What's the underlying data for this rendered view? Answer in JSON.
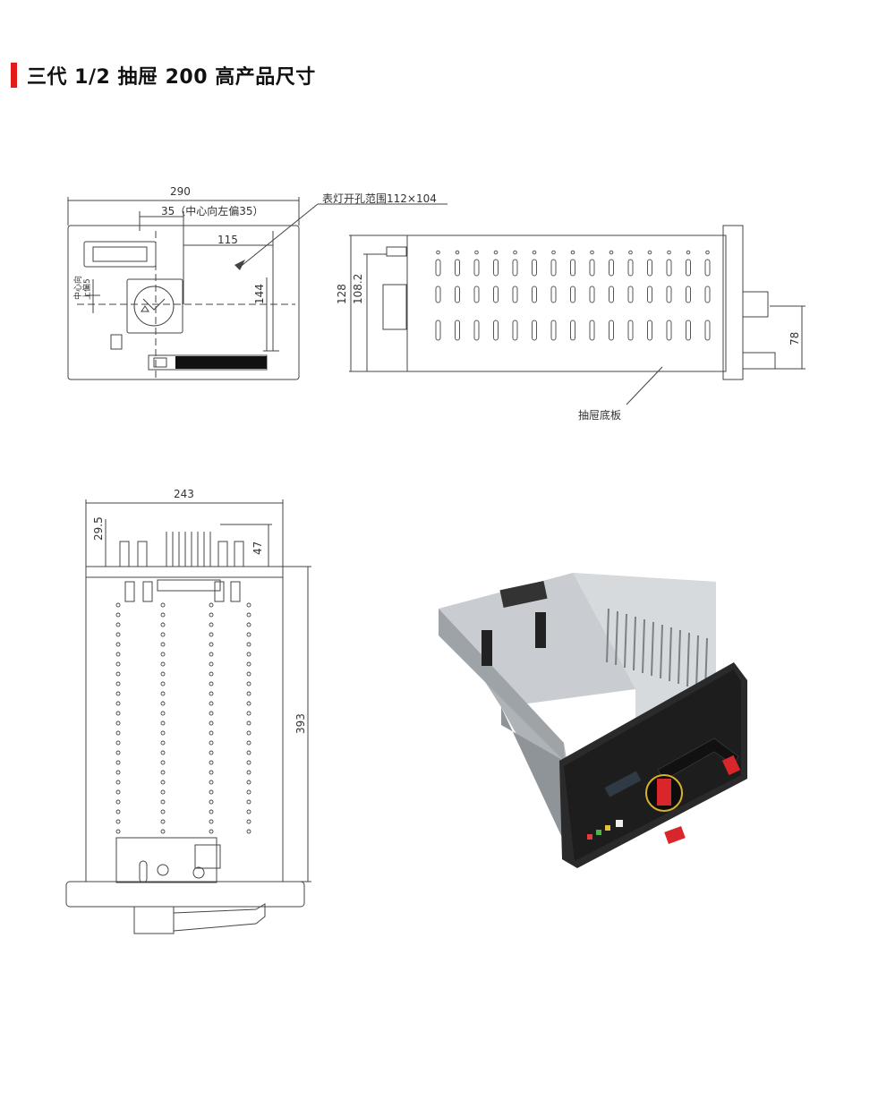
{
  "page": {
    "title": "三代 1/2 抽屉 200 高产品尺寸",
    "accent": "#e11a1a"
  },
  "front_view": {
    "width": "290",
    "offset": "35（中心向左偏35）",
    "window_label": "表灯开孔范围112×104",
    "inner_width": "115",
    "inner_height": "144",
    "vertical_offset_line1": "中心向",
    "vertical_offset_line2": "上偏5"
  },
  "side_view": {
    "height": "128",
    "inner_height": "108.2",
    "handle_height": "78",
    "base_label": "抽屉底板"
  },
  "top_view": {
    "width": "243",
    "left_offset": "29.5",
    "terminal_height": "47",
    "depth": "393"
  }
}
